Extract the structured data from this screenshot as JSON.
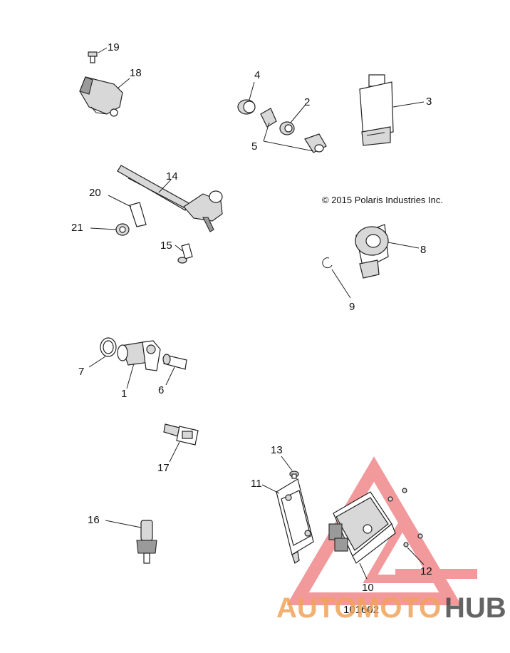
{
  "copyright": "© 2015 Polaris Industries Inc.",
  "diagram_number": "101602",
  "callouts": {
    "c1": "1",
    "c2": "2",
    "c3": "3",
    "c4": "4",
    "c5": "5",
    "c6": "6",
    "c7": "7",
    "c8": "8",
    "c9": "9",
    "c10": "10",
    "c11": "11",
    "c12": "12",
    "c13": "13",
    "c14": "14",
    "c15": "15",
    "c16": "16",
    "c17": "17",
    "c18": "18",
    "c19": "19",
    "c20": "20",
    "c21": "21"
  },
  "watermark": {
    "word_left": "AUTO",
    "word_mid": "MOTO",
    "word_right": "HUB",
    "accent_color": "#e8474c",
    "orange_color": "#f0a35a"
  }
}
